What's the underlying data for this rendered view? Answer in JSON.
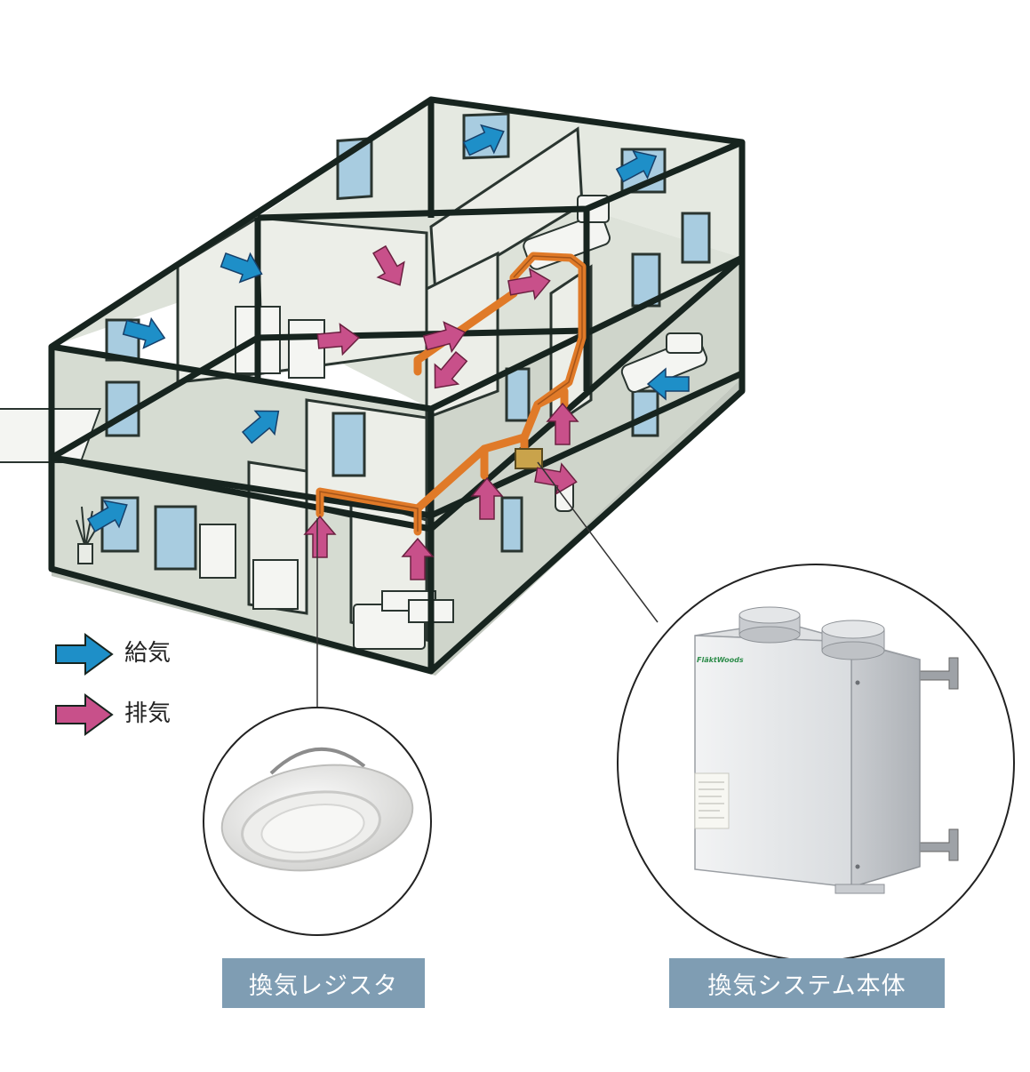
{
  "legend": {
    "supply": {
      "label": "給気",
      "color": "#1e8fc8"
    },
    "exhaust": {
      "label": "排気",
      "color": "#c8508a"
    }
  },
  "captions": {
    "register": "換気レジスタ",
    "unit": "換気システム本体"
  },
  "unit_brand": "FläktWoods",
  "colors": {
    "frame": "#17241f",
    "wall": "#d9ded5",
    "floor": "#cdd3c9",
    "duct": "#e07a28",
    "window": "#a8cce0",
    "caption_bg": "#7f9db3"
  },
  "icons": {
    "supply_arrow": "arrow-right-icon",
    "exhaust_arrow": "arrow-right-icon"
  }
}
